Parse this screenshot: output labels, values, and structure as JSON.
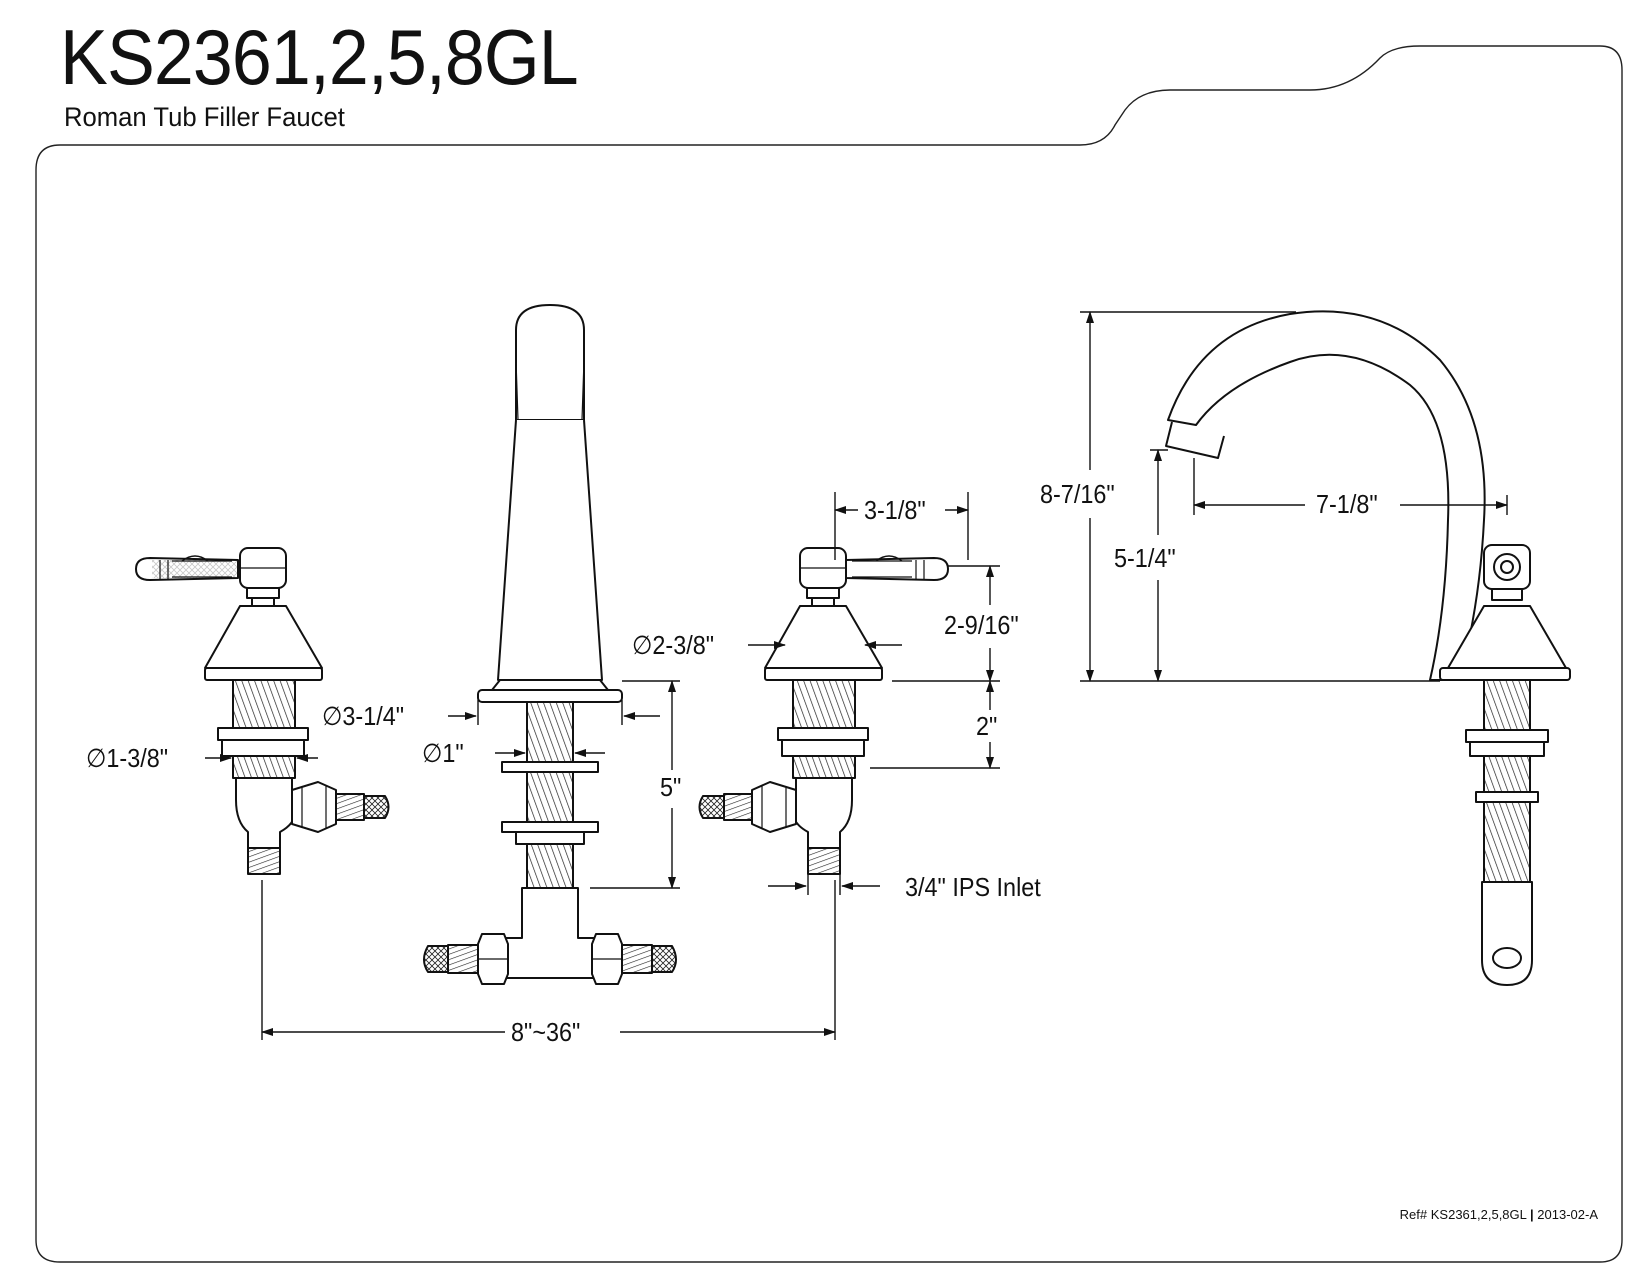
{
  "header": {
    "model": "KS2361,2,5,8GL",
    "product_name": "Roman Tub Filler Faucet"
  },
  "dimensions": {
    "overall_height": "8-7/16\"",
    "spout_height": "5-1/4\"",
    "spout_reach": "7-1/8\"",
    "handle_length": "3-1/8\"",
    "handle_height": "2-9/16\"",
    "escutcheon_dia": "2-3/8\"",
    "spout_base_dia": "3-1/4\"",
    "shank_dia": "1\"",
    "valve_shank_dia": "1-3/8\"",
    "shank_length": "5\"",
    "valve_shank_length": "2\"",
    "inlet": "3/4\" IPS Inlet",
    "spread": "8\"~36\""
  },
  "footer": {
    "ref": "Ref# KS2361,2,5,8GL",
    "separator": "|",
    "revision": "2013-02-A"
  }
}
